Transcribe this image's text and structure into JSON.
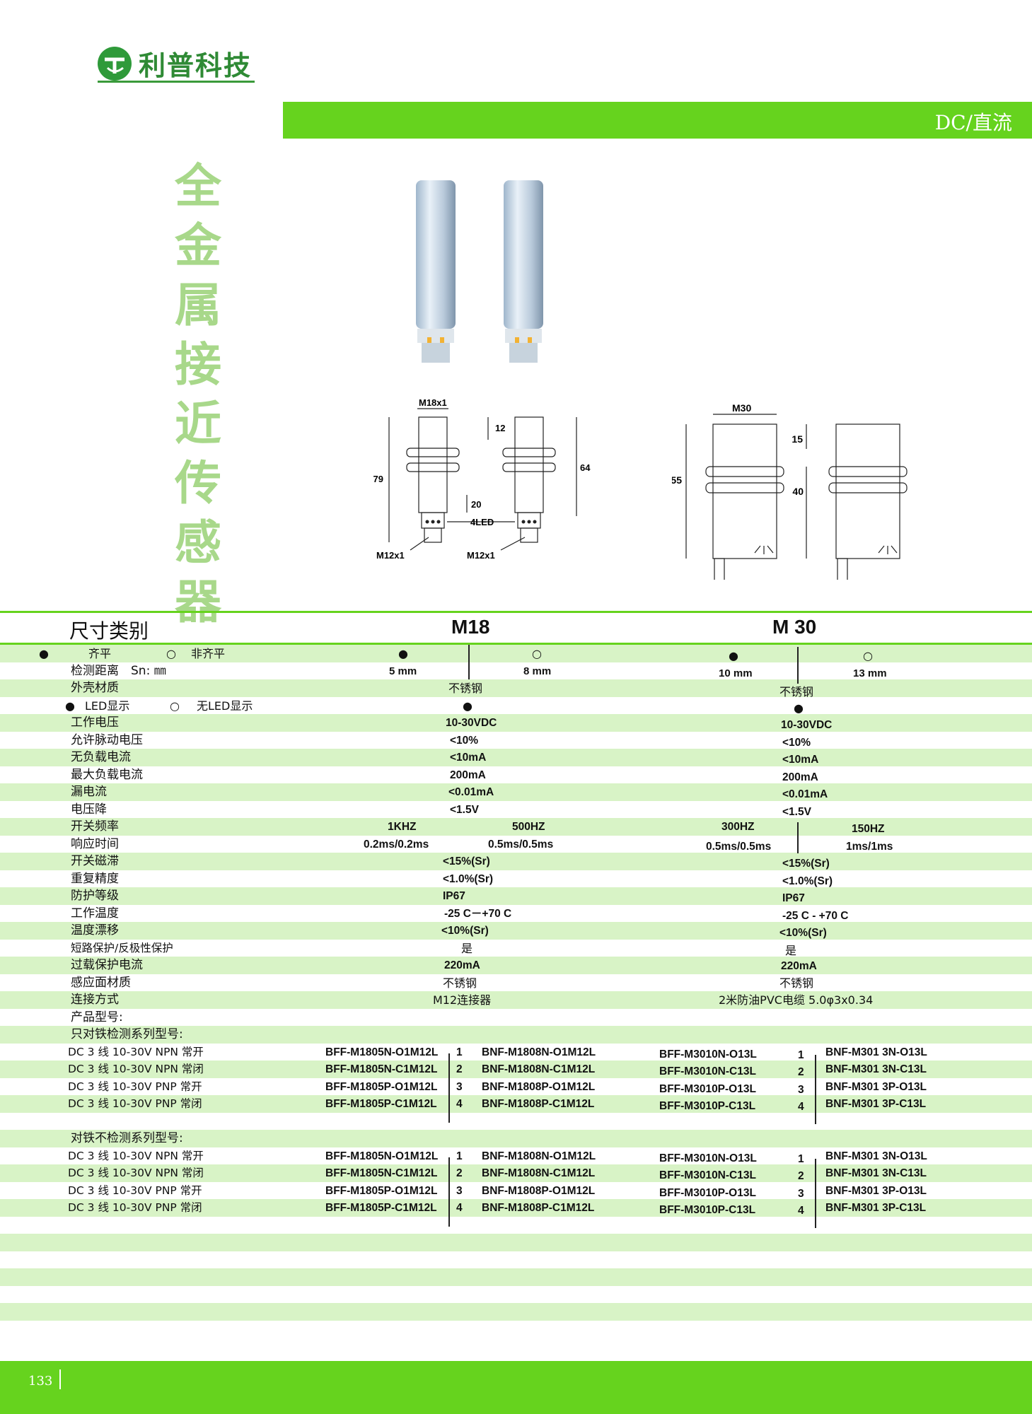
{
  "header": {
    "brand": "利普科技",
    "band_label": "DC/直流",
    "vertical_title": "全金属接近传感器"
  },
  "drawings": {
    "m18": {
      "thread": "M18x1",
      "len_total": "79",
      "len_a": "12",
      "len_b": "64",
      "len_c": "20",
      "led": "4LED",
      "conn_left": "M12x1",
      "conn_right": "M12x1"
    },
    "m30": {
      "thread": "M30",
      "len_total": "55",
      "len_a": "15",
      "len_b": "40"
    }
  },
  "table": {
    "header": {
      "label": "尺寸类别",
      "m18": "M18",
      "m30": "M 30"
    },
    "mounting": {
      "dot": "●",
      "flush": "齐平",
      "circle": "○",
      "nonflush": "非齐平"
    },
    "sensing": {
      "label": "检测距离　Sn: ㎜",
      "m18_a": "5 mm",
      "m18_b": "8 mm",
      "m30_a": "10 mm",
      "m30_b": "13 mm"
    },
    "housing": {
      "label": "外壳材质",
      "m18": "不锈钢",
      "m30": "不锈钢"
    },
    "led": {
      "dot": "●",
      "with": "LED显示",
      "circle": "○",
      "without": "无LED显示"
    },
    "specs": [
      {
        "label": "工作电压",
        "m18": "10-30VDC",
        "m30": "10-30VDC"
      },
      {
        "label": "允许脉动电压",
        "m18": "<10%",
        "m30": "<10%"
      },
      {
        "label": "无负载电流",
        "m18": "<10mA",
        "m30": "<10mA"
      },
      {
        "label": "最大负载电流",
        "m18": "200mA",
        "m30": "200mA"
      },
      {
        "label": "漏电流",
        "m18": "<0.01mA",
        "m30": "<0.01mA"
      },
      {
        "label": "电压降",
        "m18": "<1.5V",
        "m30": "<1.5V"
      }
    ],
    "freq": {
      "label": "开关频率",
      "m18_a": "1KHZ",
      "m18_b": "500HZ",
      "m30_a": "300HZ",
      "m30_b": "150HZ"
    },
    "resp": {
      "label": "响应时间",
      "m18_a": "0.2ms/0.2ms",
      "m18_b": "0.5ms/0.5ms",
      "m30_a": "0.5ms/0.5ms",
      "m30_b": "1ms/1ms"
    },
    "specs2": [
      {
        "label": "开关磁滞",
        "m18": "<15%(Sr)",
        "m30": "<15%(Sr)"
      },
      {
        "label": "重复精度",
        "m18": "<1.0%(Sr)",
        "m30": "<1.0%(Sr)"
      },
      {
        "label": "防护等级",
        "m18": "IP67",
        "m30": "IP67"
      },
      {
        "label": "工作温度",
        "m18": "-25  C－+70  C",
        "m30": "-25  C  -  +70  C"
      },
      {
        "label": "温度漂移",
        "m18": "<10%(Sr)",
        "m30": "<10%(Sr)"
      },
      {
        "label": "短路保护/反极性保护",
        "m18": "是",
        "m30": "是"
      },
      {
        "label": "过载保护电流",
        "m18": "220mA",
        "m30": "220mA"
      },
      {
        "label": "感应面材质",
        "m18": "不锈钢",
        "m30": "不锈钢"
      },
      {
        "label": "连接方式",
        "m18": "M12连接器",
        "m30": "2米防油PVC电缆 5.0φ3x0.34"
      }
    ],
    "model_title": "产品型号:",
    "group1_title": "只对铁检测系列型号:",
    "group1": [
      {
        "label": "DC 3 线 10-30V NPN 常开",
        "a": "BFF-M1805N-O1M12L",
        "n1": "1",
        "b": "BNF-M1808N-O1M12L",
        "c": "BFF-M3010N-O13L",
        "n2": "1",
        "d": "BNF-M301 3N-O13L"
      },
      {
        "label": "DC 3 线 10-30V NPN 常闭",
        "a": "BFF-M1805N-C1M12L",
        "n1": "2",
        "b": "BNF-M1808N-C1M12L",
        "c": "BFF-M3010N-C13L",
        "n2": "2",
        "d": "BNF-M301 3N-C13L"
      },
      {
        "label": "DC 3 线 10-30V PNP 常开",
        "a": "BFF-M1805P-O1M12L",
        "n1": "3",
        "b": "BNF-M1808P-O1M12L",
        "c": "BFF-M3010P-O13L",
        "n2": "3",
        "d": "BNF-M301 3P-O13L"
      },
      {
        "label": "DC 3 线 10-30V PNP 常闭",
        "a": "BFF-M1805P-C1M12L",
        "n1": "4",
        "b": "BNF-M1808P-C1M12L",
        "c": "BFF-M3010P-C13L",
        "n2": "4",
        "d": "BNF-M301 3P-C13L"
      }
    ],
    "group2_title": "对铁不检测系列型号:",
    "group2": [
      {
        "label": "DC 3 线 10-30V NPN 常开",
        "a": "BFF-M1805N-O1M12L",
        "n1": "1",
        "b": "BNF-M1808N-O1M12L",
        "c": "BFF-M3010N-O13L",
        "n2": "1",
        "d": "BNF-M301 3N-O13L"
      },
      {
        "label": "DC 3 线 10-30V NPN 常闭",
        "a": "BFF-M1805N-C1M12L",
        "n1": "2",
        "b": "BNF-M1808N-C1M12L",
        "c": "BFF-M3010N-C13L",
        "n2": "2",
        "d": "BNF-M301 3N-C13L"
      },
      {
        "label": "DC 3 线 10-30V PNP 常开",
        "a": "BFF-M1805P-O1M12L",
        "n1": "3",
        "b": "BNF-M1808P-O1M12L",
        "c": "BFF-M3010P-O13L",
        "n2": "3",
        "d": "BNF-M301 3P-O13L"
      },
      {
        "label": "DC 3 线 10-30V PNP 常闭",
        "a": "BFF-M1805P-C1M12L",
        "n1": "4",
        "b": "BNF-M1808P-C1M12L",
        "c": "BFF-M3010P-C13L",
        "n2": "4",
        "d": "BNF-M301 3P-C13L"
      }
    ]
  },
  "footer": {
    "page_number": "133"
  }
}
